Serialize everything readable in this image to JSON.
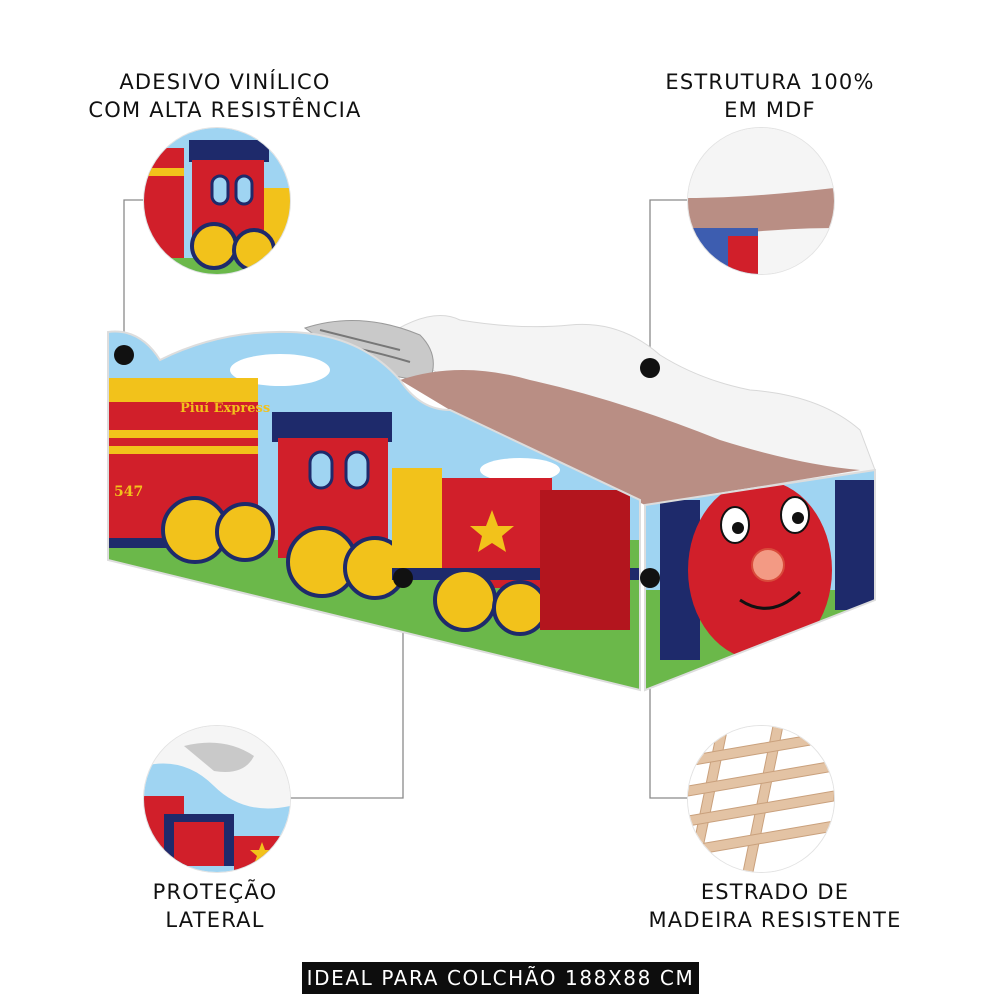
{
  "features": {
    "sticker": {
      "line1": "ADESIVO VINÍLICO",
      "line2": "COM ALTA RESISTÊNCIA"
    },
    "structure": {
      "line1": "ESTRUTURA 100%",
      "line2": "EM MDF"
    },
    "protection": {
      "line1": "PROTEÇÃO",
      "line2": "LATERAL"
    },
    "slats": {
      "line1": "ESTRADO DE",
      "line2": "MADEIRA RESISTENTE"
    }
  },
  "bed_art": {
    "wagon_name": "Piuí Express",
    "wagon_number": "547"
  },
  "banner": {
    "text": "IDEAL PARA COLCHÃO 188X88 CM"
  },
  "colors": {
    "train_red": "#d11f2a",
    "sky": "#9fd4f2",
    "mattress": "#b98e84",
    "navy": "#1e2a6b",
    "yellow": "#f2c21b"
  }
}
